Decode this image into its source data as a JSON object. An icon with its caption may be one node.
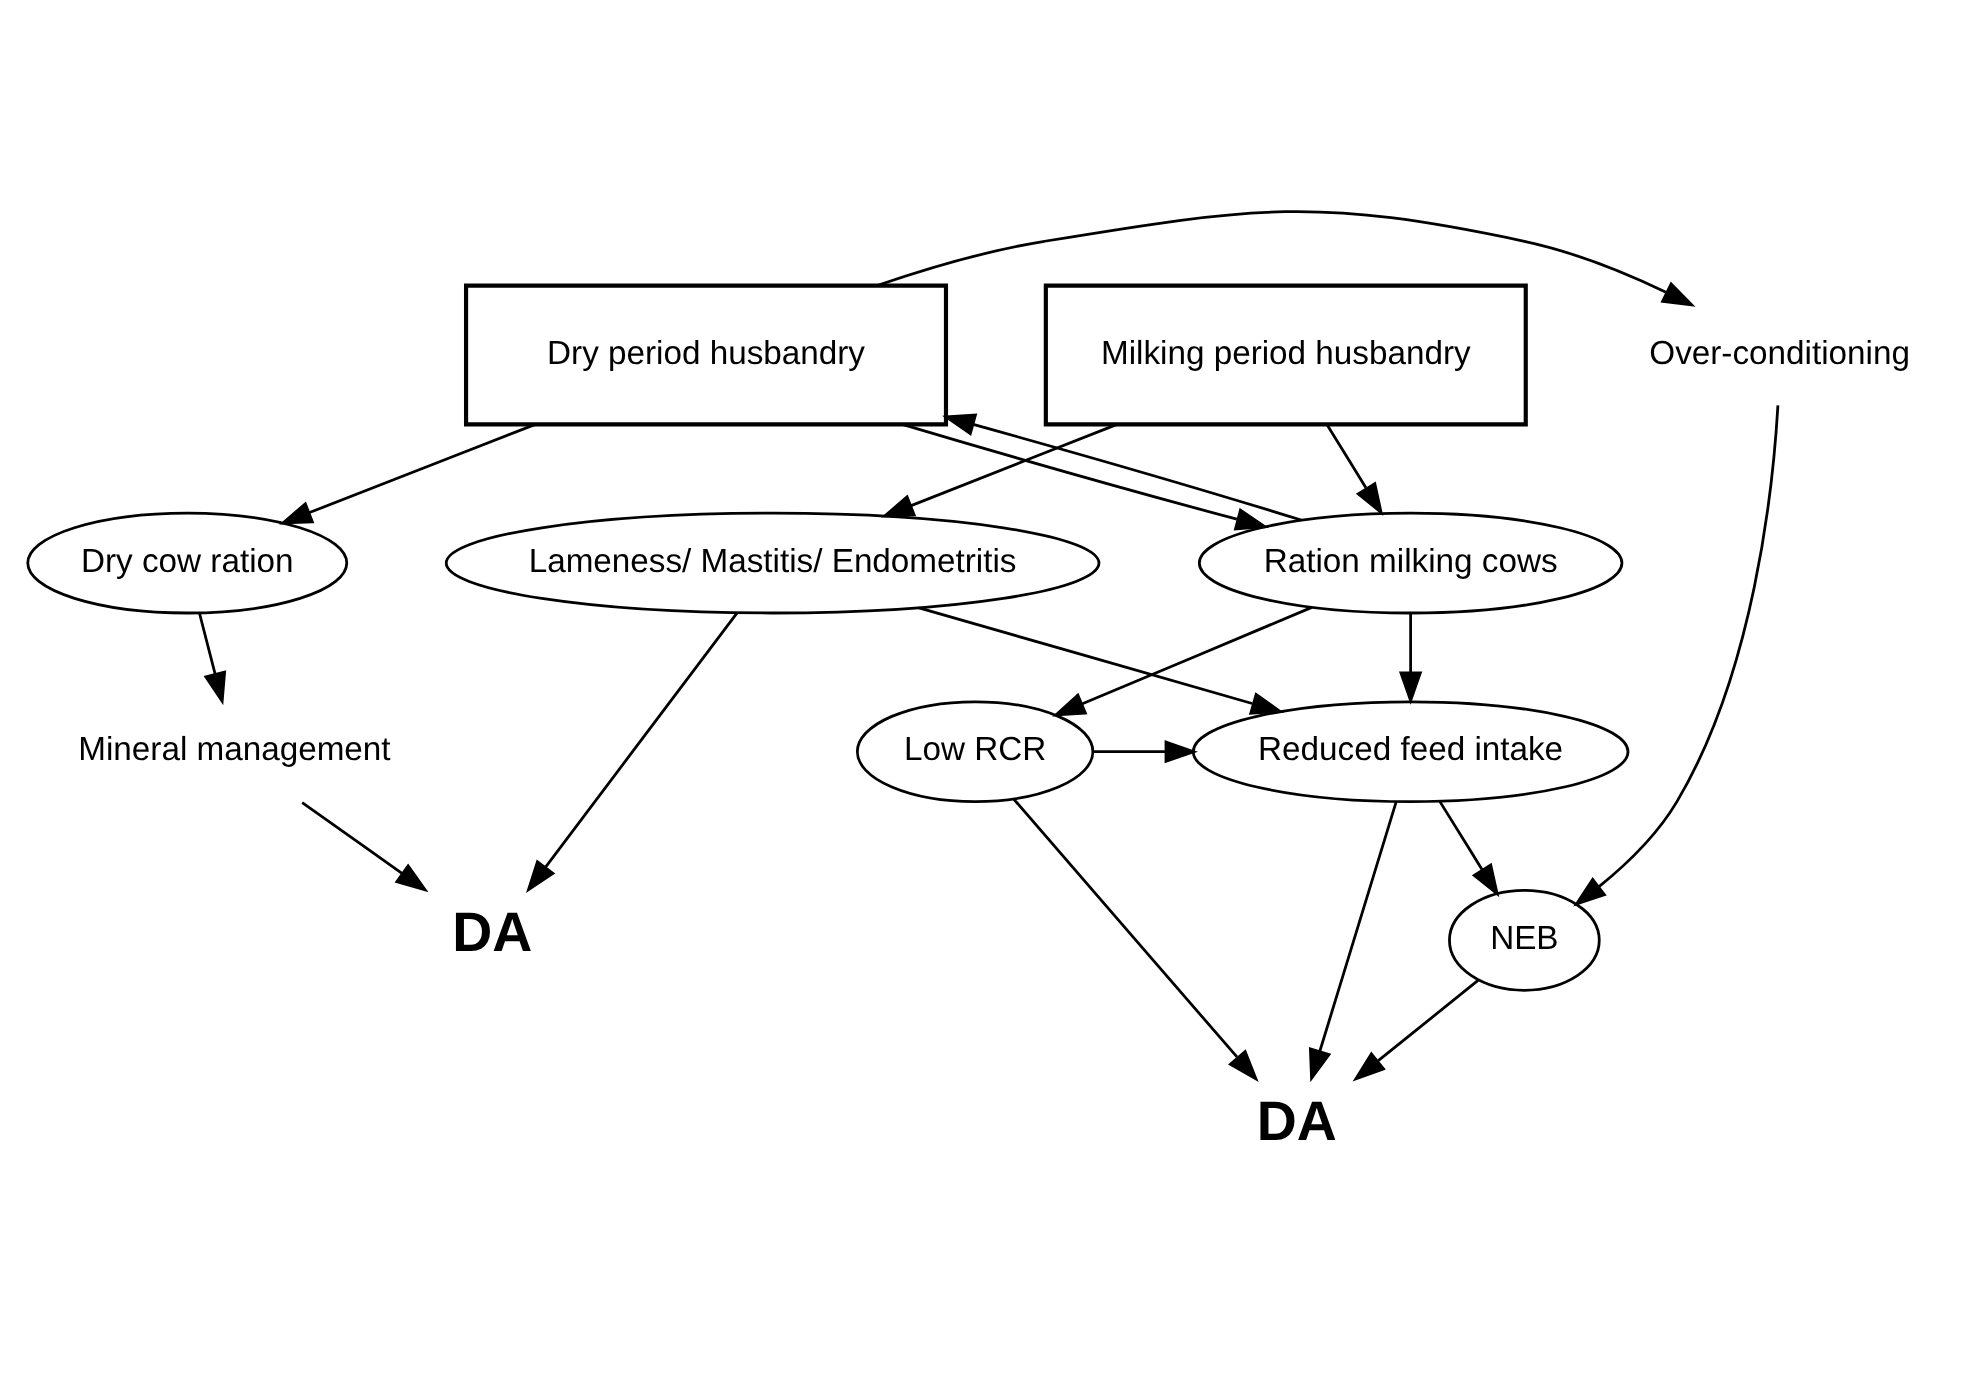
{
  "diagram": {
    "nodes": [
      {
        "text": [
          "Dry period husbandry"
        ]
      },
      {
        "text": [
          "Over-conditioning"
        ]
      },
      {
        "text": [
          "Dry cow ration"
        ]
      },
      {
        "text": [
          "Mineral management"
        ]
      },
      {
        "text": [
          "Milking period husbandry"
        ]
      },
      {
        "text": [
          "Ration milking cows"
        ]
      },
      {
        "text": [
          "Lameness/ Mastitis/ Endometritis"
        ]
      },
      {
        "text": [
          "DA"
        ]
      },
      {
        "text": [
          "Low RCR"
        ]
      },
      {
        "text": [
          "Reduced feed intake"
        ]
      },
      {
        "text": [
          "NEB"
        ]
      },
      {
        "text": [
          "DA"
        ]
      }
    ],
    "edges": [
      {
        "from": 5,
        "to": 0,
        "arrow": "to"
      },
      {
        "from": 0,
        "to": 5,
        "arrow": "to"
      },
      {
        "from": 0,
        "to": 1,
        "arrow": "to"
      },
      {
        "from": 0,
        "to": 2,
        "arrow": "to"
      },
      {
        "from": 2,
        "to": 3,
        "arrow": "to"
      },
      {
        "from": 3,
        "to": 7,
        "arrow": "to"
      },
      {
        "from": 4,
        "to": 5,
        "arrow": "to"
      },
      {
        "from": 4,
        "to": 6,
        "arrow": "to"
      },
      {
        "from": 6,
        "to": 7,
        "arrow": "to"
      },
      {
        "from": 5,
        "to": 8,
        "arrow": "to"
      },
      {
        "from": 5,
        "to": 9,
        "arrow": "to"
      },
      {
        "from": 6,
        "to": 9,
        "arrow": "to"
      },
      {
        "from": 8,
        "to": 9,
        "arrow": "to"
      },
      {
        "from": 1,
        "to": 10,
        "arrow": "to"
      },
      {
        "from": 9,
        "to": 10,
        "arrow": "to"
      },
      {
        "from": 9,
        "to": 11,
        "arrow": "to"
      },
      {
        "from": 8,
        "to": 11,
        "arrow": "to"
      },
      {
        "from": 10,
        "to": 11,
        "arrow": "to"
      }
    ]
  }
}
